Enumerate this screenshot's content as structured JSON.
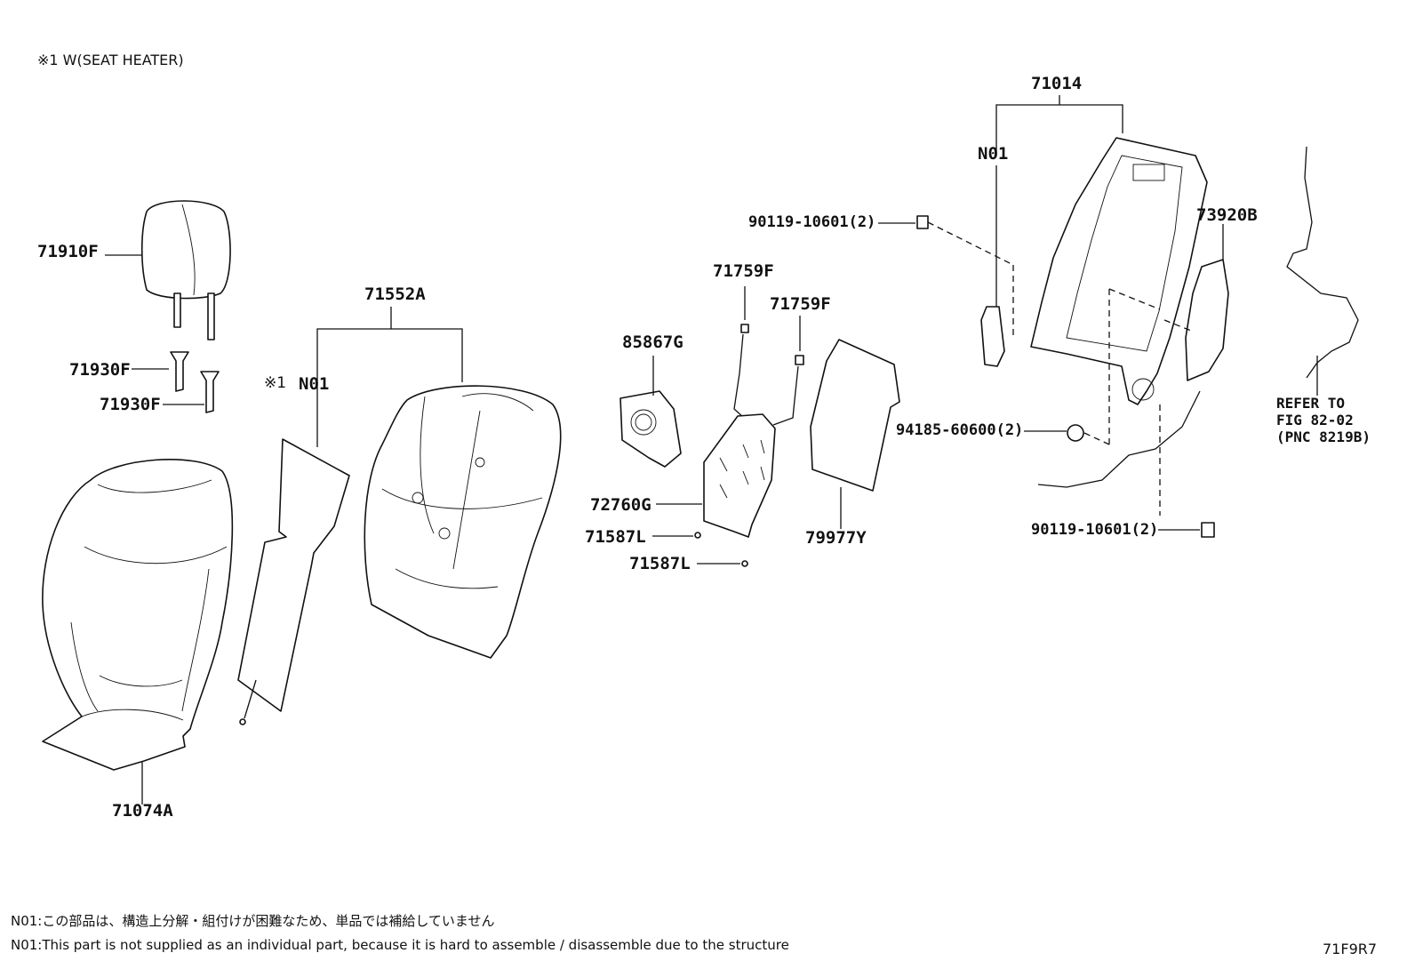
{
  "note_top": "※1 W(SEAT HEATER)",
  "labels": {
    "p71910F": "71910F",
    "p71930F_a": "71930F",
    "p71930F_b": "71930F",
    "p71074A": "71074A",
    "p71552A": "71552A",
    "star_mark": "※1",
    "n01_left": "N01",
    "p85867G": "85867G",
    "p71759F_a": "71759F",
    "p71759F_b": "71759F",
    "p72760G": "72760G",
    "p71587L_a": "71587L",
    "p71587L_b": "71587L",
    "p79977Y": "79977Y",
    "p71014": "71014",
    "n01_right": "N01",
    "p90119_a": "90119-10601(2)",
    "p73920B": "73920B",
    "p94185": "94185-60600(2)",
    "p90119_b": "90119-10601(2)",
    "refer": [
      "REFER TO",
      "FIG 82-02",
      "(PNC 8219B)"
    ]
  },
  "footnotes": {
    "jp": "N01:この部品は、構造上分解・組付けが困難なため、単品では補給していません",
    "en": "N01:This part is not supplied as an individual part, because it is hard to assemble / disassemble due to the structure"
  },
  "figure_id": "71F9R7"
}
